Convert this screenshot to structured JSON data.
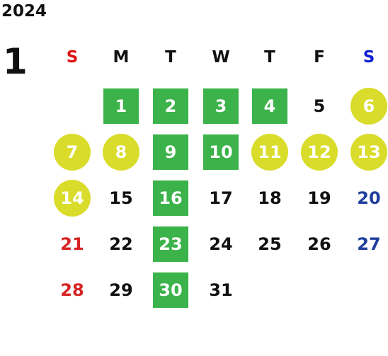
{
  "calendar": {
    "year": "2024",
    "month": "1",
    "weekdays": [
      {
        "label": "S",
        "color": "#e01010"
      },
      {
        "label": "M",
        "color": "#111111"
      },
      {
        "label": "T",
        "color": "#111111"
      },
      {
        "label": "W",
        "color": "#111111"
      },
      {
        "label": "T",
        "color": "#111111"
      },
      {
        "label": "F",
        "color": "#111111"
      },
      {
        "label": "S",
        "color": "#1020d0"
      }
    ],
    "highlight_colors": {
      "green": "#3cb34a",
      "yellow": "#d9dc2a"
    },
    "text_colors": {
      "sunday": "#d62424",
      "saturday": "#1f3f9e",
      "weekday": "#111111",
      "highlighted": "#ffffff"
    },
    "days": [
      {
        "label": "1",
        "style": "green"
      },
      {
        "label": "2",
        "style": "green"
      },
      {
        "label": "3",
        "style": "green"
      },
      {
        "label": "4",
        "style": "green"
      },
      {
        "label": "5",
        "style": "plain"
      },
      {
        "label": "6",
        "style": "yellow"
      },
      {
        "label": "7",
        "style": "yellow"
      },
      {
        "label": "8",
        "style": "yellow"
      },
      {
        "label": "9",
        "style": "green"
      },
      {
        "label": "10",
        "style": "green"
      },
      {
        "label": "11",
        "style": "yellow"
      },
      {
        "label": "12",
        "style": "yellow"
      },
      {
        "label": "13",
        "style": "yellow"
      },
      {
        "label": "14",
        "style": "yellow"
      },
      {
        "label": "15",
        "style": "plain"
      },
      {
        "label": "16",
        "style": "green"
      },
      {
        "label": "17",
        "style": "plain"
      },
      {
        "label": "18",
        "style": "plain"
      },
      {
        "label": "19",
        "style": "plain"
      },
      {
        "label": "20",
        "style": "plain"
      },
      {
        "label": "21",
        "style": "plain"
      },
      {
        "label": "22",
        "style": "plain"
      },
      {
        "label": "23",
        "style": "green"
      },
      {
        "label": "24",
        "style": "plain"
      },
      {
        "label": "25",
        "style": "plain"
      },
      {
        "label": "26",
        "style": "plain"
      },
      {
        "label": "27",
        "style": "plain"
      },
      {
        "label": "28",
        "style": "plain"
      },
      {
        "label": "29",
        "style": "plain"
      },
      {
        "label": "30",
        "style": "green"
      },
      {
        "label": "31",
        "style": "plain"
      }
    ]
  }
}
